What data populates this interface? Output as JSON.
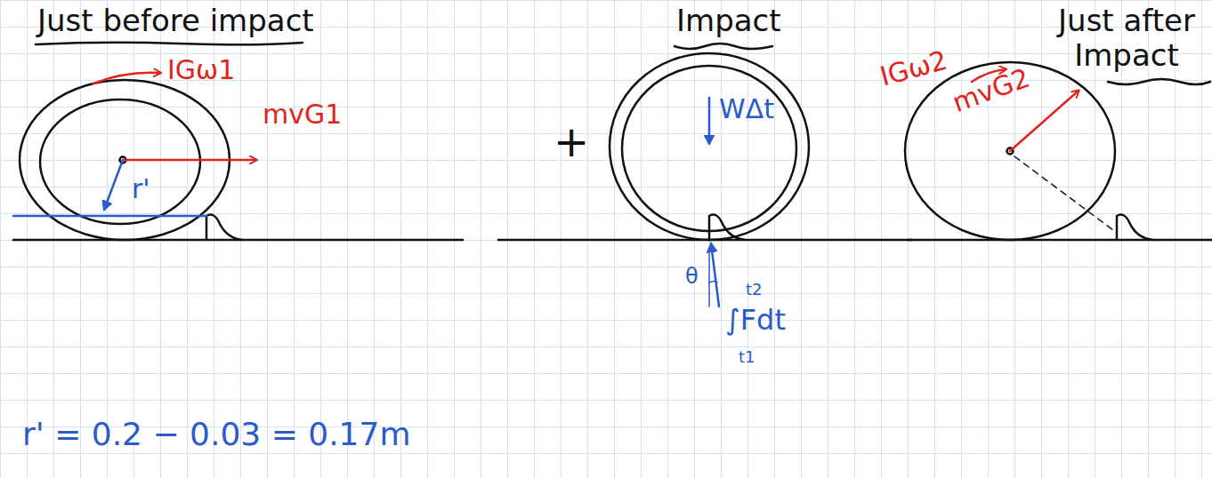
{
  "diagram": {
    "labels": [
      "Just before impact",
      "Impact",
      "Just after Impact",
      "IGω1",
      "mvG1",
      "r'",
      "r' = 0.2 − 0.03 = 0.17m",
      "+",
      "WΔt",
      "θ",
      "∫Fdt",
      "t1",
      "t2",
      "IGω2",
      "mvG2"
    ]
  }
}
